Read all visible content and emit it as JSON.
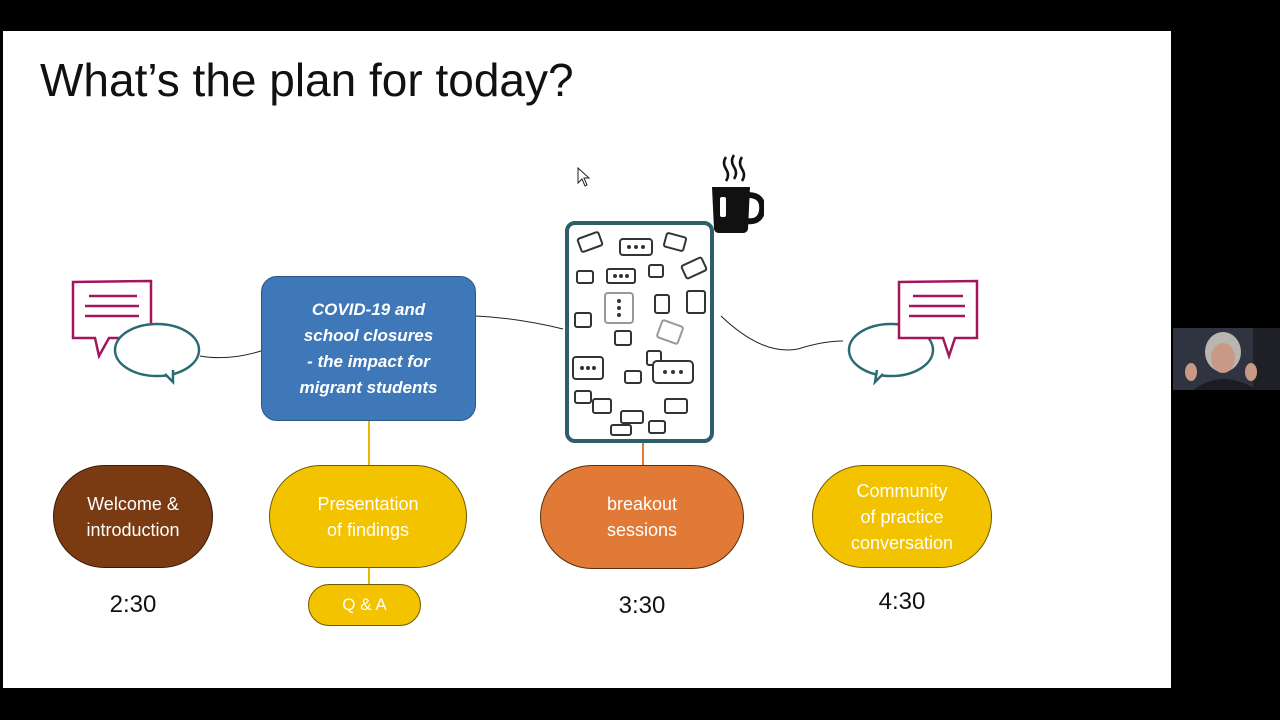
{
  "slide": {
    "title": "What’s the plan for today?"
  },
  "agenda": {
    "covid_box": "COVID-19 and\nschool closures\n- the impact for\nmigrant students",
    "welcome": "Welcome &\nintroduction",
    "presentation": "Presentation\nof findings",
    "qa": "Q & A",
    "breakout": "breakout\nsessions",
    "community": "Community\nof practice\nconversation",
    "times": [
      "2:30",
      "3:30",
      "4:30"
    ]
  },
  "icons": {
    "left_chat": "chat-bubbles-icon",
    "right_chat": "chat-bubbles-icon",
    "coffee": "hot-coffee-mug-icon",
    "breakout": "chat-pattern-tablet-icon",
    "cursor": "mouse-cursor-icon"
  },
  "colors": {
    "welcome": "#7a3a12",
    "yellow": "#f3c300",
    "breakout": "#e07a36",
    "covid": "#3f78b8",
    "chat_magenta": "#a3165e",
    "chat_teal": "#2a6b73"
  }
}
